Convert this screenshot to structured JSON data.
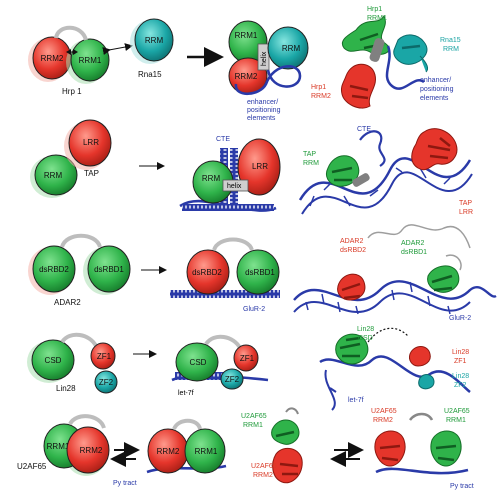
{
  "colors": {
    "green": "#2fb34a",
    "red": "#e5352b",
    "teal": "#1aa6a6",
    "rna": "#2a3aa8",
    "linker": "#bdbdbd"
  },
  "rows": [
    {
      "protein": "Hrp 1",
      "partner": "Rna15",
      "domains": {
        "a": "RRM2",
        "b": "RRM1",
        "c": "RRM"
      },
      "complex": {
        "d1": "RRM1",
        "d2": "RRM2",
        "d3": "RRM",
        "helix": "helix"
      },
      "rna_label_1": "enhancer/",
      "rna_label_2": "positioning",
      "rna_label_3": "elements",
      "struct": {
        "l1a": "Hrp1",
        "l1b": "RRM1",
        "l2a": "Rna15",
        "l2b": "RRM",
        "l3a": "Hrp1",
        "l3b": "RRM2",
        "l4a": "enhancer/",
        "l4b": "positioning",
        "l4c": "elements"
      }
    },
    {
      "protein": "TAP",
      "domains": {
        "a": "LRR",
        "b": "RRM"
      },
      "complex": {
        "d1": "RRM",
        "d2": "LRR",
        "helix": "helix",
        "cte": "CTE"
      },
      "struct": {
        "cte": "CTE",
        "l1a": "TAP",
        "l1b": "RRM",
        "l2a": "TAP",
        "l2b": "LRR"
      }
    },
    {
      "protein": "ADAR2",
      "domains": {
        "a": "dsRBD2",
        "b": "dsRBD1"
      },
      "complex": {
        "d1": "dsRBD2",
        "d2": "dsRBD1",
        "rna": "GluR-2"
      },
      "struct": {
        "l1a": "ADAR2",
        "l1b": "dsRBD2",
        "l2a": "ADAR2",
        "l2b": "dsRBD1",
        "rna": "GluR-2"
      }
    },
    {
      "protein": "Lin28",
      "domains": {
        "a": "CSD",
        "b": "ZF1",
        "c": "ZF2"
      },
      "complex": {
        "d1": "CSD",
        "d2": "ZF1",
        "d3": "ZF2",
        "rna": "let-7f"
      },
      "struct": {
        "l1a": "Lin28",
        "l1b": "CSD",
        "l2a": "Lin28",
        "l2b": "ZF1",
        "l3a": "Lin28",
        "l3b": "ZF2",
        "rna": "let-7f"
      }
    },
    {
      "protein": "U2AF65",
      "domains": {
        "a": "RRM1",
        "b": "RRM2"
      },
      "complex": {
        "d1": "RRM2",
        "d2": "RRM1",
        "rna": "Py tract"
      },
      "struct": {
        "l1a": "U2AF65",
        "l1b": "RRM1",
        "l2a": "U2AF65",
        "l2b": "RRM2",
        "l3a": "U2AF65",
        "l3b": "RRM2",
        "l4a": "U2AF65",
        "l4b": "RRM1",
        "rna": "Py tract"
      }
    }
  ]
}
